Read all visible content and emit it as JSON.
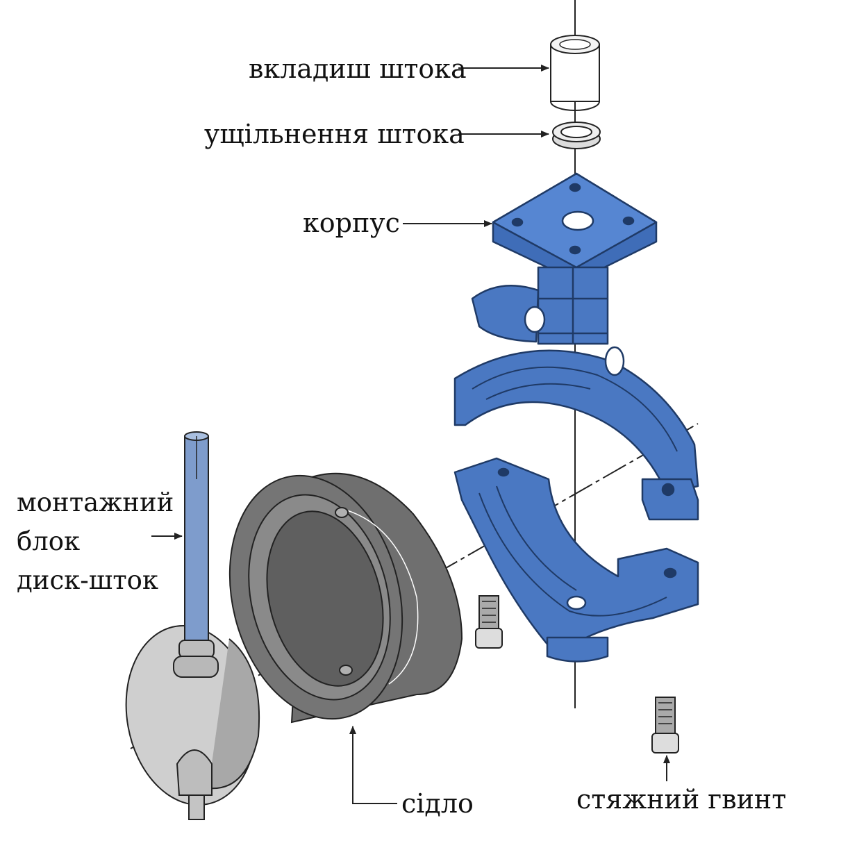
{
  "labels": {
    "stem_bushing": "вкладиш штока",
    "stem_seal": "ущільнення штока",
    "body": "корпус",
    "disc_stem_line1": "монтажний",
    "disc_stem_line2": "блок",
    "disc_stem_line3": "диск-шток",
    "seat": "сідло",
    "clamp_screw": "стяжний гвинт"
  },
  "colors": {
    "body_blue": "#4a78c2",
    "body_edge": "#1f3a66",
    "seat_gray": "#6f6f6f",
    "disc_gray": "#b4b4b4",
    "stroke": "#222222"
  }
}
